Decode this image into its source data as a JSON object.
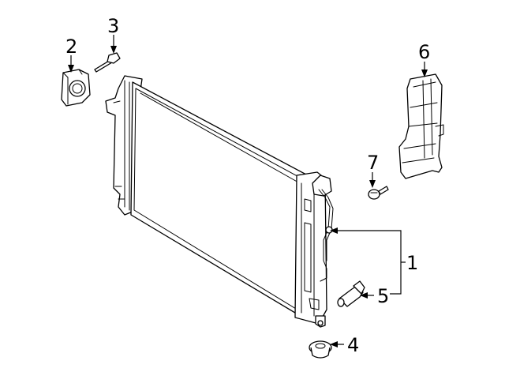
{
  "callouts": [
    {
      "id": "1",
      "label": "1"
    },
    {
      "id": "2",
      "label": "2"
    },
    {
      "id": "3",
      "label": "3"
    },
    {
      "id": "4",
      "label": "4"
    },
    {
      "id": "5",
      "label": "5"
    },
    {
      "id": "6",
      "label": "6"
    },
    {
      "id": "7",
      "label": "7"
    }
  ],
  "parts": [
    {
      "callout": "1",
      "icon": "radiator-assembly"
    },
    {
      "callout": "2",
      "icon": "mounting-bracket"
    },
    {
      "callout": "3",
      "icon": "bolt"
    },
    {
      "callout": "4",
      "icon": "rubber-grommet"
    },
    {
      "callout": "5",
      "icon": "drain-plug"
    },
    {
      "callout": "6",
      "icon": "air-deflector-panel"
    },
    {
      "callout": "7",
      "icon": "flange-bolt"
    }
  ],
  "colors": {
    "line": "#000000",
    "background": "#ffffff"
  }
}
